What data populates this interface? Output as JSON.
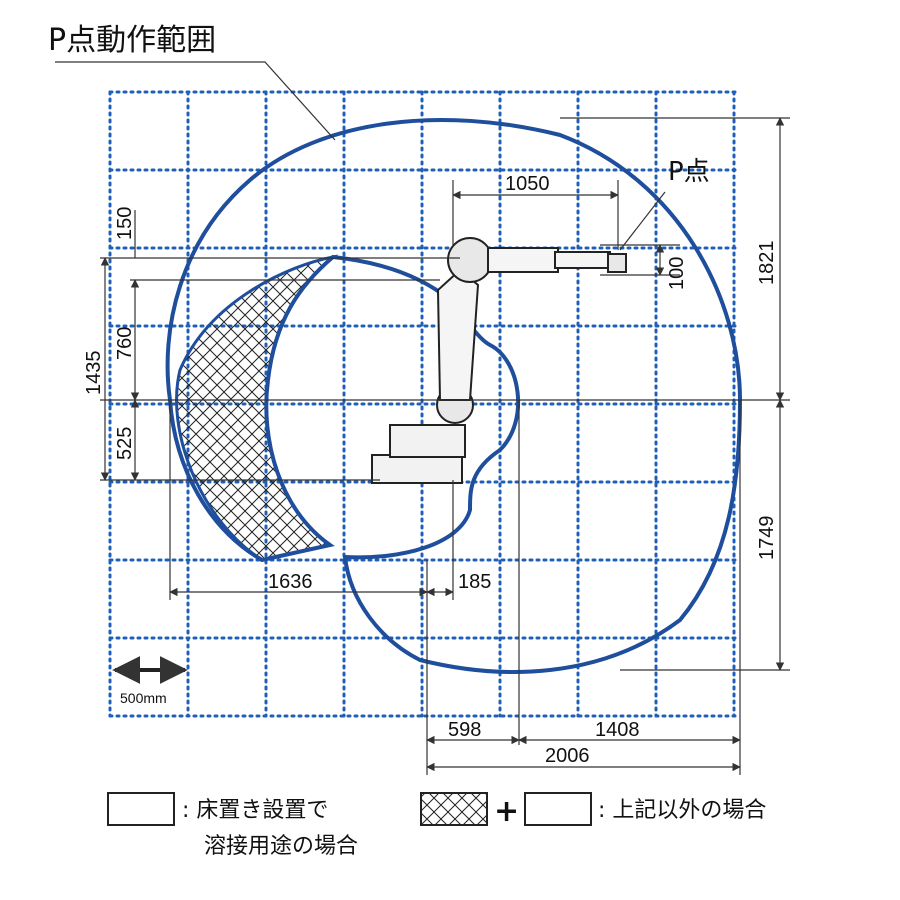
{
  "title": "P点動作範囲",
  "point_label": "P点",
  "scale_label": "500mm",
  "dimensions": {
    "d1050": "1050",
    "d100": "100",
    "d150": "150",
    "d1821": "1821",
    "d1435": "1435",
    "d760": "760",
    "d525": "525",
    "d1749": "1749",
    "d1636": "1636",
    "d185": "185",
    "d598": "598",
    "d1408": "1408",
    "d2006": "2006"
  },
  "legend": {
    "plain_label": ": 床置き設置で",
    "plain_label_line2": "溶接用途の場合",
    "plus": "+",
    "hatched_label": ": 上記以外の場合"
  },
  "colors": {
    "envelope": "#1f4e9c",
    "grid": "#1f5fb8",
    "hatch": "#222222",
    "lines": "#333333"
  }
}
